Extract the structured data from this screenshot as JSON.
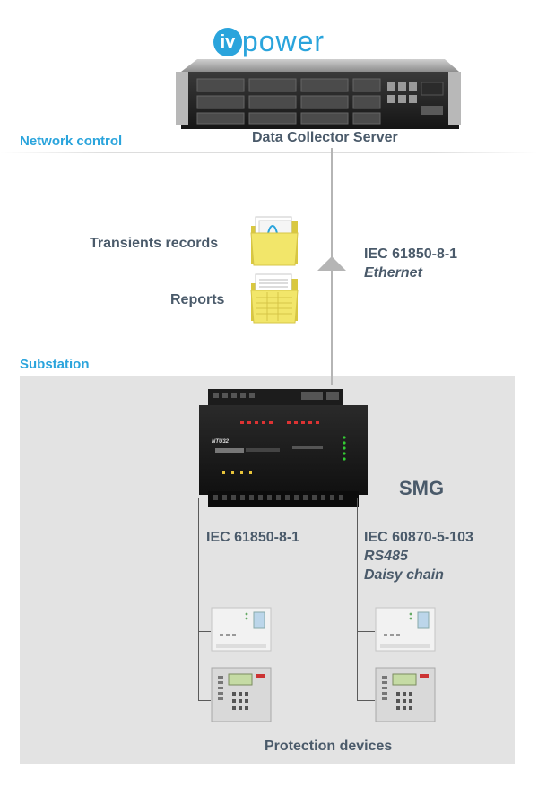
{
  "server": {
    "logo_badge": "iv",
    "logo_word": "power",
    "caption": "Data Collector Server"
  },
  "sections": {
    "network": "Network control",
    "substation": "Substation"
  },
  "files": {
    "transients": "Transients records",
    "reports": "Reports"
  },
  "uplink": {
    "protocol": "IEC 61850-8-1",
    "medium": "Ethernet"
  },
  "smg": {
    "label": "SMG",
    "device_model": "NTU32"
  },
  "left_bus": {
    "protocol": "IEC 61850-8-1"
  },
  "right_bus": {
    "protocol": "IEC 60870-5-103",
    "medium": "RS485",
    "topology": "Daisy chain"
  },
  "protection": {
    "caption": "Protection devices"
  },
  "colors": {
    "accent": "#2aa4dc",
    "label": "#4a5a6a",
    "substation_bg": "#e3e3e3",
    "folder": "#f2e66a"
  }
}
